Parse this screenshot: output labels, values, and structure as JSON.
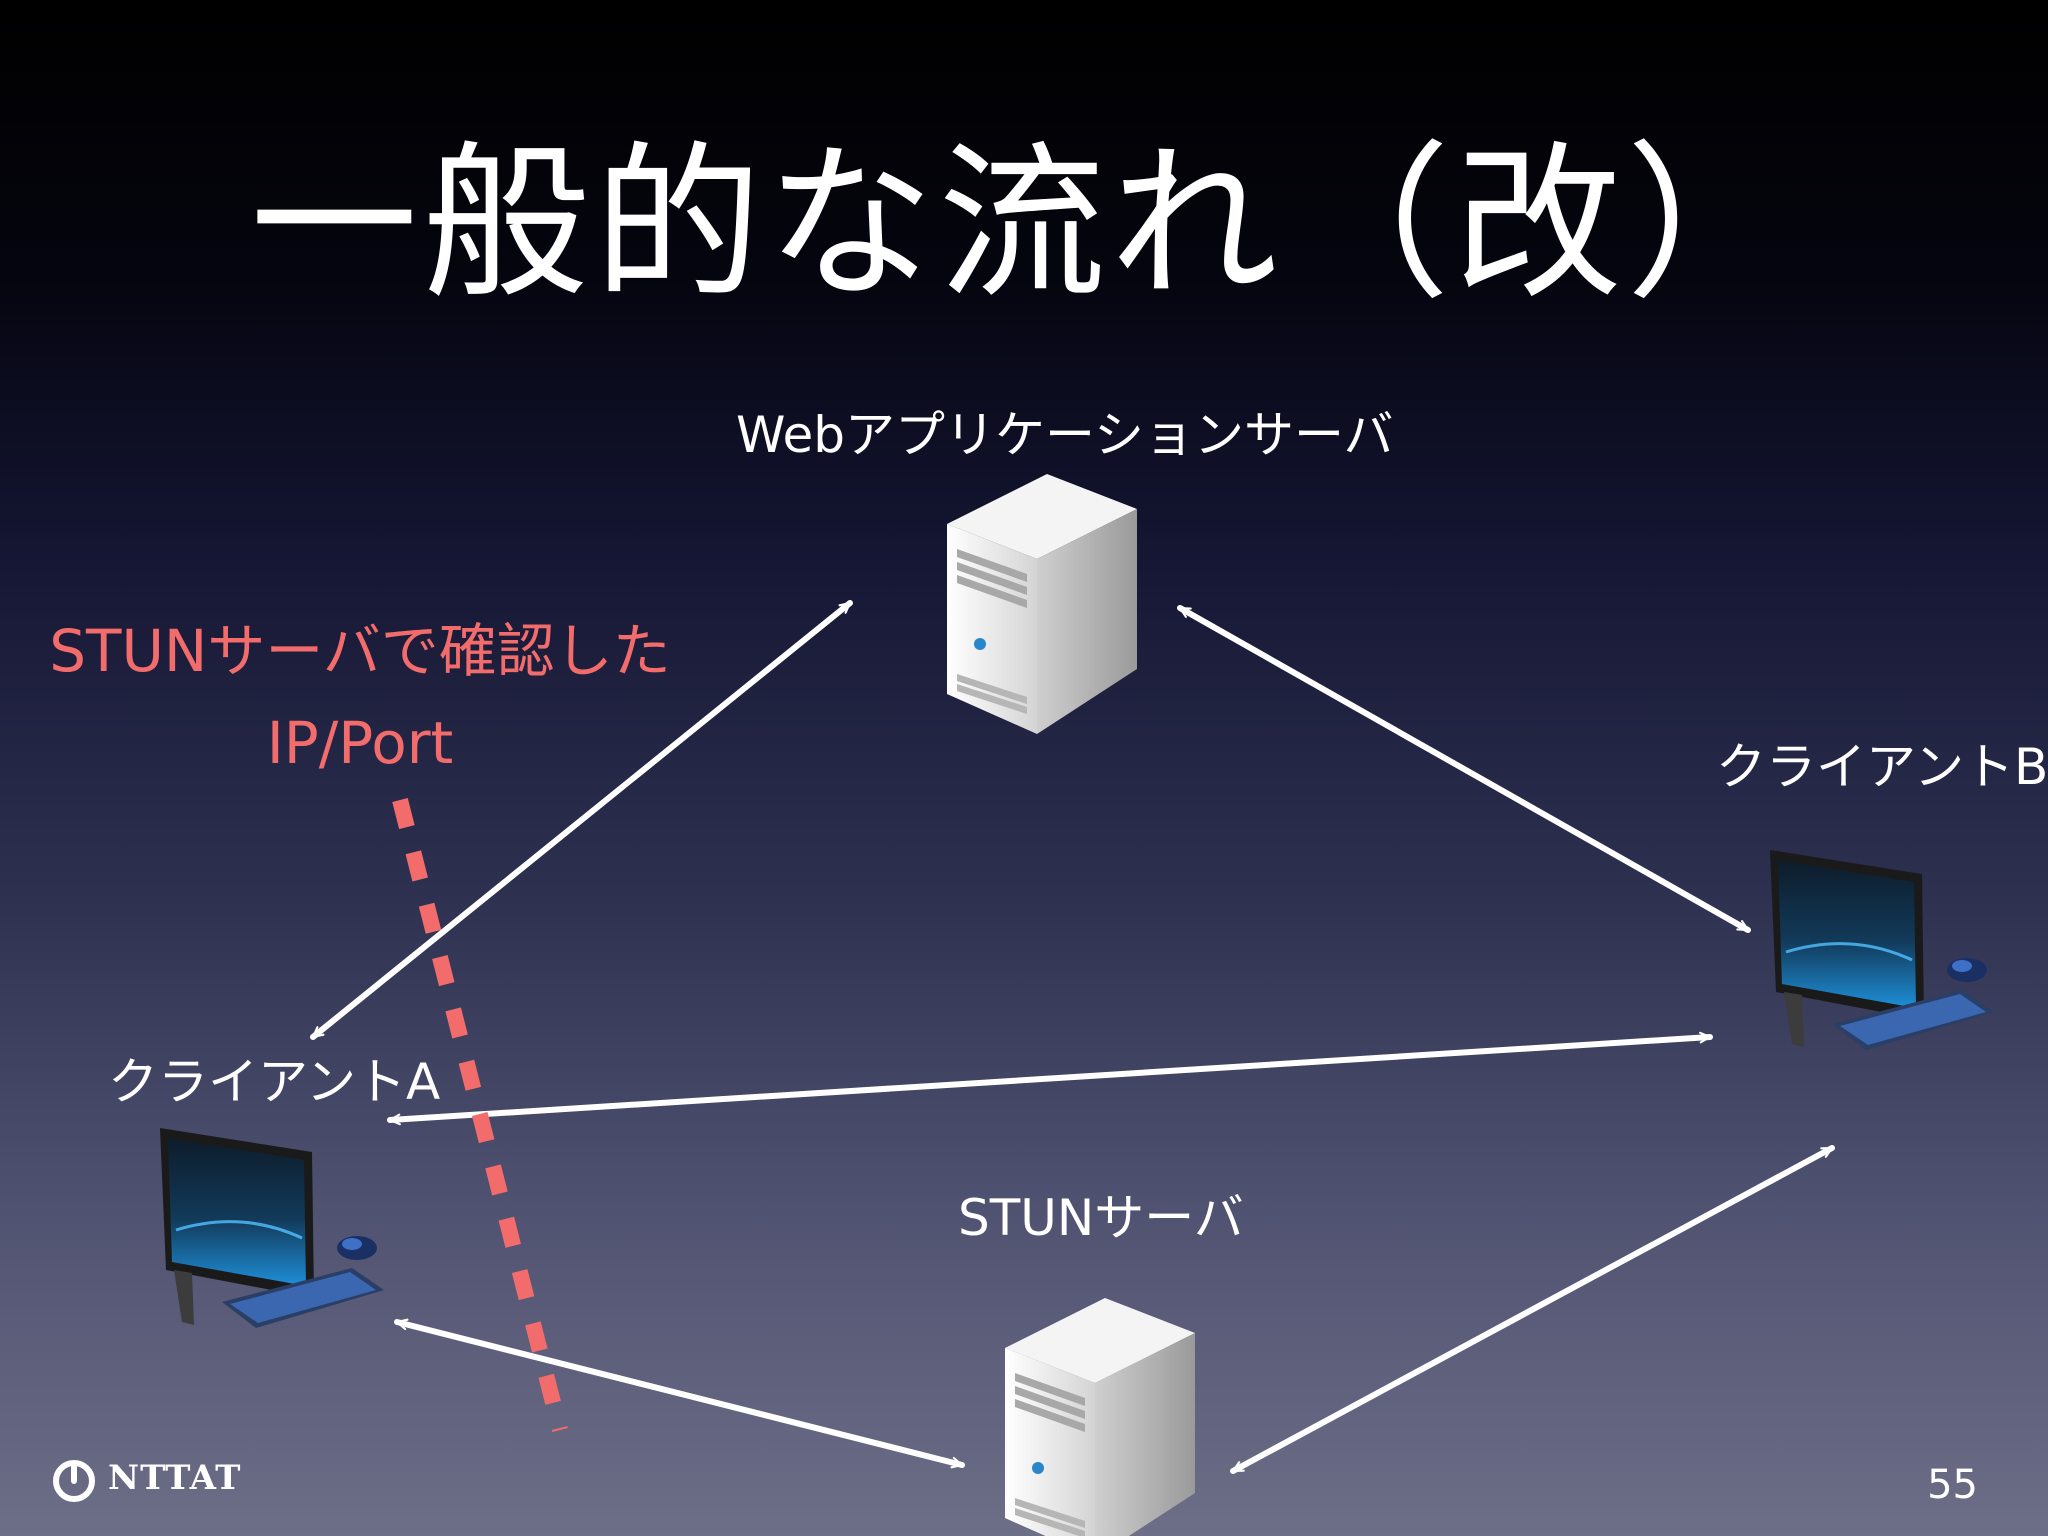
{
  "slide": {
    "title": "一般的な流れ（改）",
    "page_number": "55"
  },
  "nodes": {
    "web_server": {
      "label": "Webアプリケーションサーバ",
      "icon": "server-tower-icon"
    },
    "client_b": {
      "label": "クライアントB",
      "icon": "desktop-computer-icon"
    },
    "client_a": {
      "label": "クライアントA",
      "icon": "desktop-computer-icon"
    },
    "stun_server": {
      "label": "STUNサーバ",
      "icon": "server-tower-icon"
    }
  },
  "annotation": {
    "line1": "STUNサーバで確認した",
    "line2": "IP/Port",
    "color": "#f36c6c"
  },
  "logo": {
    "text": "NTTAT",
    "icon": "ntt-logo-icon"
  },
  "colors": {
    "background_top": "#000000",
    "background_bottom": "#6d6f88",
    "arrow": "#ffffff",
    "boundary": "#f36c6c"
  }
}
